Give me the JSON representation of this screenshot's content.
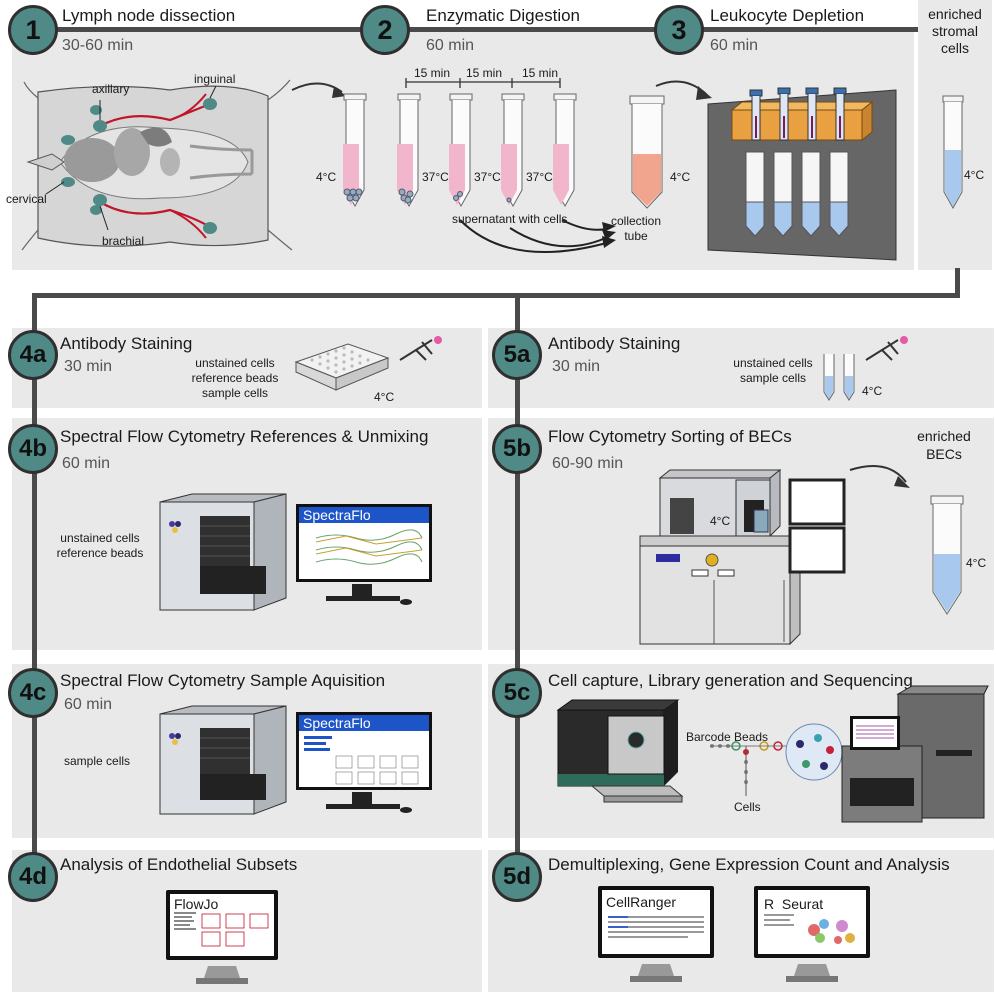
{
  "step1": {
    "num": "1",
    "title": "Lymph node dissection",
    "time": "30-60 min",
    "labels": {
      "axillary": "axillary",
      "inguinal": "inguinal",
      "cervical": "cervical",
      "brachial": "brachial"
    }
  },
  "step2": {
    "num": "2",
    "title": "Enzymatic Digestion",
    "time": "60 min",
    "intervals": [
      "15 min",
      "15 min",
      "15 min"
    ],
    "temps": [
      "4°C",
      "37°C",
      "37°C",
      "37°C",
      "4°C"
    ],
    "supernatant": "supernatant with cells",
    "collection": [
      "collection",
      "tube"
    ]
  },
  "step3": {
    "num": "3",
    "title": "Leukocyte Depletion",
    "time": "60 min"
  },
  "enriched_stromal": {
    "label": [
      "enriched",
      "stromal",
      "cells"
    ],
    "temp": "4°C"
  },
  "step4a": {
    "num": "4a",
    "title": "Antibody Staining",
    "time": "30 min",
    "items": [
      "unstained cells",
      "reference beads",
      "sample cells"
    ],
    "temp": "4°C"
  },
  "step4b": {
    "num": "4b",
    "title": "Spectral Flow Cytometry References & Unmixing",
    "time": "60 min",
    "items": [
      "unstained cells",
      "reference beads"
    ],
    "screen": "SpectraFlo"
  },
  "step4c": {
    "num": "4c",
    "title": "Spectral Flow Cytometry Sample Aquisition",
    "time": "60 min",
    "items": [
      "sample cells"
    ],
    "screen": "SpectraFlo"
  },
  "step4d": {
    "num": "4d",
    "title": "Analysis of Endothelial Subsets",
    "screen": "FlowJo"
  },
  "step5a": {
    "num": "5a",
    "title": "Antibody Staining",
    "time": "30 min",
    "items": [
      "unstained cells",
      "sample cells"
    ],
    "temp": "4°C"
  },
  "step5b": {
    "num": "5b",
    "title": "Flow Cytometry Sorting of BECs",
    "time": "60-90 min",
    "temp": "4°C",
    "enriched": [
      "enriched",
      "BECs"
    ],
    "tube_temp": "4°C"
  },
  "step5c": {
    "num": "5c",
    "title": "Cell capture, Library generation and Sequencing",
    "barcode": "Barcode Beads",
    "cells": "Cells"
  },
  "step5d": {
    "num": "5d",
    "title": "Demultiplexing, Gene Expression Count and Analysis",
    "screens": [
      "CellRanger",
      "R  Seurat"
    ]
  },
  "colors": {
    "badge": "#4f8a86",
    "panel": "#e9e9e9",
    "line": "#4a4a4a",
    "screen_bar": "#1d55c9",
    "lymph": "#4f8a86",
    "vessel": "#c0152a",
    "tube_pink": "#f2b6cc",
    "tube_blue": "#a9c8ee",
    "orange": "#e8a040"
  }
}
